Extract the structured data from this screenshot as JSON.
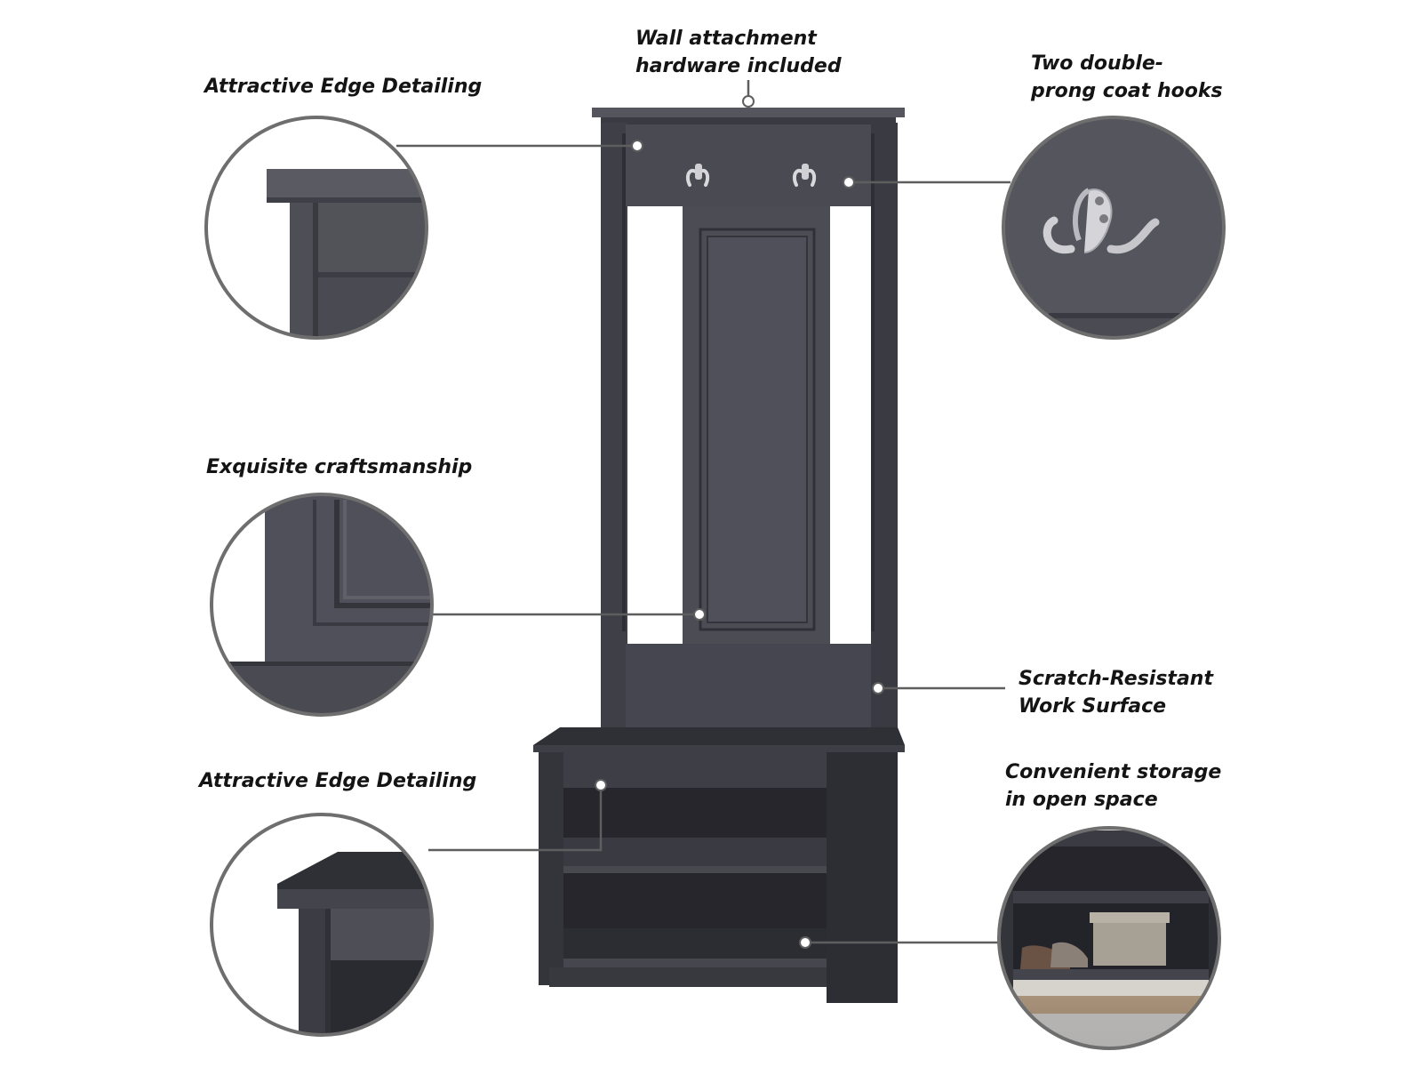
{
  "colors": {
    "wood_dark": "#3c3c44",
    "wood_mid": "#4a4a53",
    "wood_light": "#5a5a64",
    "shadow": "#2a2a31",
    "callout_line": "#5e5e5e",
    "circle_ring": "#6e6e6e",
    "label_text": "#141414",
    "background": "#ffffff"
  },
  "callouts": {
    "edge_top": {
      "title": "Attractive Edge Detailing"
    },
    "wall_hardware": {
      "line1": "Wall attachment",
      "line2": "hardware included"
    },
    "coat_hooks": {
      "line1": "Two double-",
      "line2": "prong coat hooks"
    },
    "craftsmanship": {
      "title": "Exquisite craftsmanship"
    },
    "scratch": {
      "line1": "Scratch-Resistant",
      "line2": "Work Surface"
    },
    "edge_bottom": {
      "title": "Attractive Edge Detailing"
    },
    "storage": {
      "line1": "Convenient storage",
      "line2": "in open space"
    }
  },
  "product": {
    "name_icon": "hall-tree-bench-illustration",
    "hooks": 2,
    "shelves": 2
  }
}
